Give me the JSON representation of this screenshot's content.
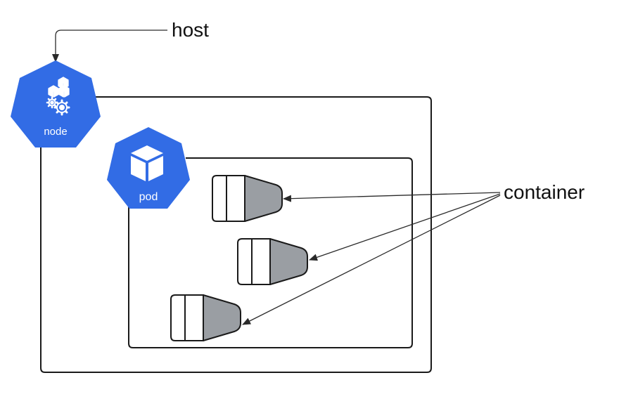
{
  "labels": {
    "host": "host",
    "container": "container"
  },
  "badges": {
    "node": "node",
    "pod": "pod"
  },
  "icons": {
    "node": "node-icon",
    "pod": "pod-icon",
    "container": "container-icon"
  },
  "colors": {
    "kubernetes_blue": "#326CE5",
    "container_grey": "#9A9EA3",
    "outline": "#1a1a1a"
  }
}
